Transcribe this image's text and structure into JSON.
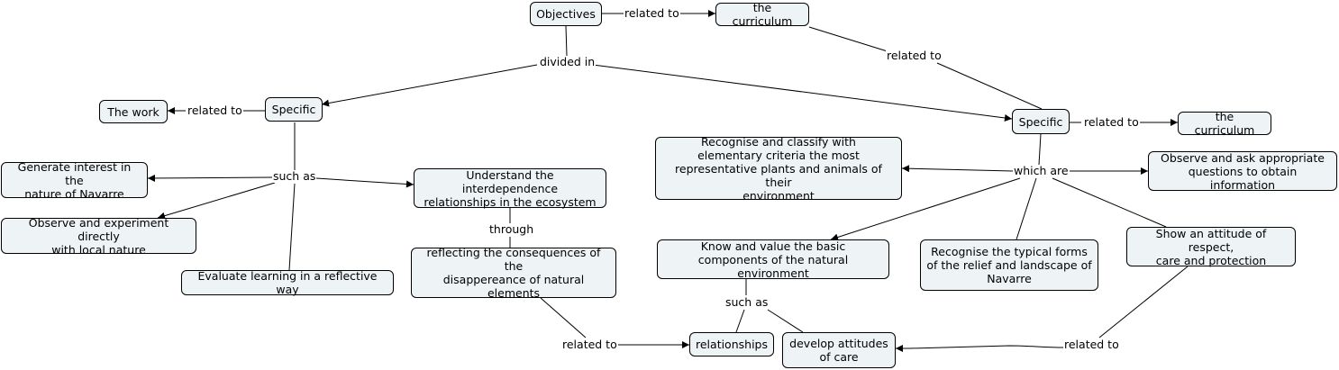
{
  "nodes": {
    "objectives": "Objectives",
    "curriculum_top": "the curriculum",
    "specific_left": "Specific",
    "the_work": "The work",
    "specific_right": "Specific",
    "curriculum_right": "the curriculum",
    "generate_interest": "Generate interest in the\nnature of Navarre",
    "observe_experiment": "Observe and experiment directly\nwith local nature",
    "evaluate_learning": "Evaluate learning in a reflective way",
    "understand_interdependence": "Understand the interdependence\nrelationships in the ecosystem",
    "reflecting_consequences": "reflecting the consequences of the\ndisappereance of natural\nelements",
    "recognise_classify": "Recognise and classify with\nelementary criteria the most\nrepresentative plants and animals of their\nenvironment",
    "observe_ask": "Observe and ask appropriate\nquestions to obtain information",
    "know_value": "Know and value the basic\ncomponents of the natural environment",
    "recognise_forms": "Recognise the typical forms\nof the relief and landscape of\nNavarre",
    "show_attitude": "Show an attitude of respect,\ncare and protection",
    "relationships": "relationships",
    "develop_attitudes": "develop attitudes\nof care"
  },
  "links": {
    "related_to_top": "related to",
    "related_to_curriculum_specific": "related to",
    "divided_in": "divided in",
    "related_to_work": "related to",
    "related_to_right": "related to",
    "such_as_left": "such as",
    "through": "through",
    "which_are": "which are",
    "such_as_right": "such as",
    "related_to_bottom_left": "related to",
    "related_to_bottom_right": "related to"
  }
}
